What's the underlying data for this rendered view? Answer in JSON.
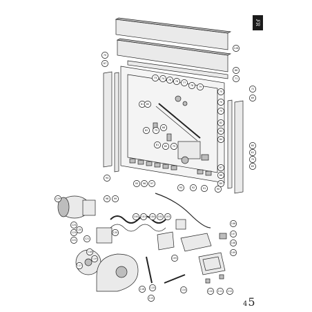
{
  "page": {
    "number_left": "4",
    "number_right": "5"
  },
  "lang_tab": "FR",
  "callouts": {
    "c128": "128",
    "c86": "86",
    "c71": "71",
    "c70": "70",
    "c67": "67",
    "c73": "73",
    "c74": "74",
    "c76": "76",
    "c76b": "76",
    "c77": "77",
    "c78": "78",
    "c79": "79",
    "c75a": "75",
    "c70b": "70",
    "c72": "72",
    "c69": "69",
    "c81": "81",
    "c80": "80",
    "c82a": "82",
    "c75b": "75",
    "c68": "68",
    "c81b": "81",
    "c80b": "80",
    "c75c": "75",
    "c75d": "75",
    "c82": "82",
    "c83": "83",
    "c84": "84",
    "c60": "60",
    "c61": "61",
    "c75e": "75",
    "c65": "65",
    "c87": "87",
    "c88": "88",
    "c89": "89",
    "c93": "93",
    "c92": "92",
    "c91": "91",
    "c90": "90",
    "c94": "94",
    "c95": "95",
    "c96": "96",
    "c97": "97",
    "c98": "98",
    "c99": "99",
    "c129": "129",
    "c124": "124",
    "c125": "125",
    "c123": "123",
    "c122": "122",
    "c121": "121",
    "c120": "120",
    "c100": "100",
    "c101": "101",
    "c104": "104",
    "c102": "102",
    "c103": "103",
    "c105": "105",
    "c106": "106",
    "c107": "107",
    "c108": "108",
    "c109": "109",
    "c118": "118",
    "c119": "119",
    "c117": "117",
    "c114": "114",
    "c115": "115",
    "c116": "116",
    "c113": "113",
    "c110": "110",
    "c111": "111",
    "c112": "112"
  }
}
